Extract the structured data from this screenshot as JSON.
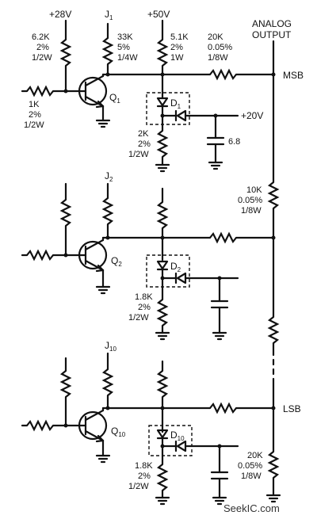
{
  "rails": {
    "v28": "+28V",
    "v50": "+50V",
    "v20": "+20V"
  },
  "output": {
    "line1": "ANALOG",
    "line2": "OUTPUT",
    "msb": "MSB",
    "lsb": "LSB"
  },
  "stage1": {
    "j_main": "J",
    "j_sub": "1",
    "q_main": "Q",
    "q_sub": "1",
    "d_main": "D",
    "d_sub": "1",
    "r_collector": [
      "6.2K",
      "2%",
      "1/2W"
    ],
    "r_base": [
      "1K",
      "2%",
      "1/2W"
    ],
    "r_pullup": [
      "33K",
      "5%",
      "1/4W"
    ],
    "r_anode": [
      "5.1K",
      "2%",
      "1W"
    ],
    "r_ladder": [
      "20K",
      "0.05%",
      "1/8W"
    ],
    "r_emitter": [
      "2K",
      "2%",
      "1/2W"
    ],
    "cap": "6.8"
  },
  "stage2": {
    "j_main": "J",
    "j_sub": "2",
    "q_main": "Q",
    "q_sub": "2",
    "d_main": "D",
    "d_sub": "2",
    "r_emitter": [
      "1.8K",
      "2%",
      "1/2W"
    ],
    "r_rung": [
      "10K",
      "0.05%",
      "1/8W"
    ]
  },
  "stage10": {
    "j_main": "J",
    "j_sub": "10",
    "q_main": "Q",
    "q_sub": "10",
    "d_main": "D",
    "d_sub": "10",
    "r_emitter": [
      "1.8K",
      "2%",
      "1/2W"
    ],
    "r_term": [
      "20K",
      "0.05%",
      "1/8W"
    ]
  },
  "watermark": "SeekIC.com"
}
